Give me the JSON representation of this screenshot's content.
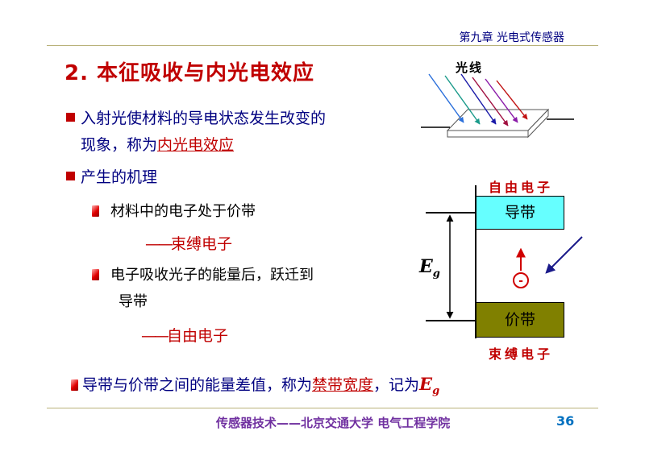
{
  "header": {
    "chapter": "第九章 光电式传感器"
  },
  "title": "2. 本征吸收与内光电效应",
  "bullets": {
    "b1_line1": "入射光使材料的导电状态发生改变的",
    "b1_line2_prefix": "现象，称为",
    "b1_line2_highlight": "内光电效应",
    "b2": "产生的机理",
    "sub1": "材料中的电子处于价带",
    "sub1_dash": "——",
    "sub1_term": "束缚电子",
    "sub2_line1": "电子吸收光子的能量后，跃迁到",
    "sub2_line2": "导带",
    "sub2_dash": "——",
    "sub2_term": "自由电子"
  },
  "bottom_line": {
    "prefix": "导带与价带之间的能量差值，称为",
    "term": "禁带宽度",
    "mid": "，记为",
    "symbol": "E",
    "subscript": "g"
  },
  "diagram": {
    "light_label": "光线",
    "free_electron_label": "自由电子",
    "conduction_band": "导带",
    "valence_band": "价带",
    "bound_electron_label": "束缚电子",
    "gap_symbol": "E",
    "gap_subscript": "g",
    "electron_symbol": "-",
    "conduction_color": "#66ffff",
    "valence_color": "#808000"
  },
  "footer": {
    "text": "传感器技术——北京交通大学 电气工程学院",
    "page": "36"
  }
}
